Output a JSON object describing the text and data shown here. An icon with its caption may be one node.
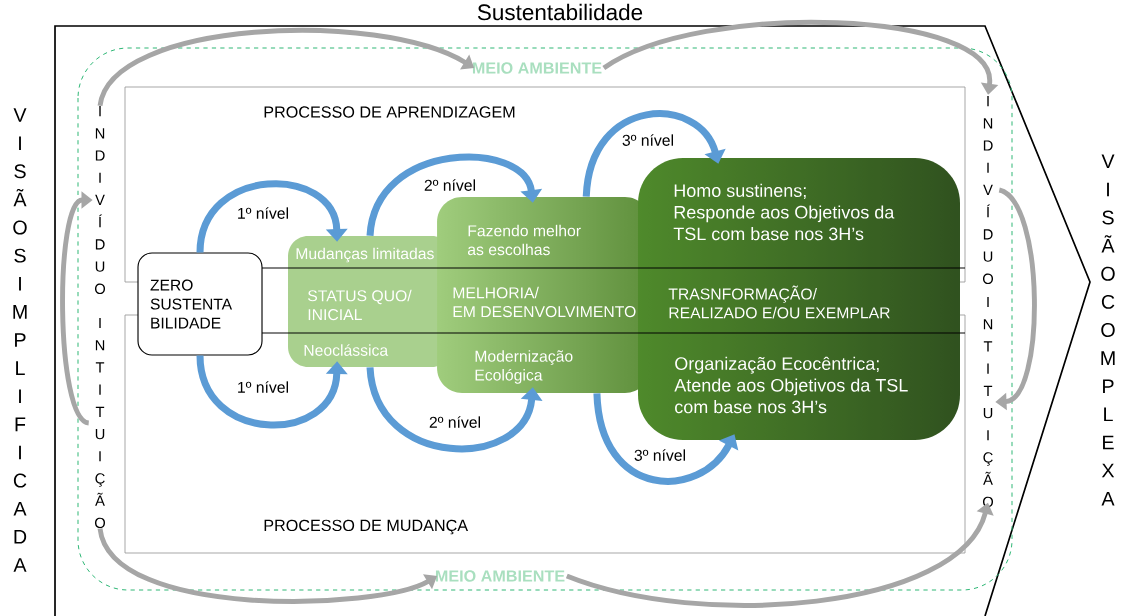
{
  "diagram": {
    "title": "Sustentabilidade",
    "nodes": [
      {
        "text": [
          "ZERO SUSTENTA BILIDADE"
        ]
      },
      {
        "text": [
          "Mudanças limitadas",
          "STATUS QUO/ INICIAL",
          "Neoclássica"
        ]
      },
      {
        "text": [
          "Fazendo melhor as escolhas",
          "MELHORIA/ EM DESENVOLVIMENTO",
          "Modernização Ecológica"
        ]
      },
      {
        "text": [
          "Homo sustinens; Responde aos Objetivos da TSL com base nos 3H’s",
          "TRASNFORMAÇÃO/ REALIZADO E/OU EXEMPLAR",
          "Organização Ecocêntrica; Atende aos Objetivos da TSL com base nos 3H’s"
        ]
      },
      {
        "text": [
          "MEIO AMBIENTE"
        ]
      },
      {
        "text": [
          "MEIO AMBIENTE"
        ]
      },
      {
        "text": [
          "INDIVÍDUO"
        ]
      },
      {
        "text": [
          "INTITUIÇÃO"
        ]
      },
      {
        "text": [
          "INDIVÍDUO"
        ]
      },
      {
        "text": [
          "INTITUIÇÃO"
        ]
      }
    ],
    "edges": [
      {
        "from": 0,
        "to": 1,
        "arrow": "to",
        "label": "1º nível",
        "color": "#5b9bd5"
      },
      {
        "from": 0,
        "to": 1,
        "arrow": "to",
        "label": "1º nível",
        "color": "#5b9bd5"
      },
      {
        "from": 1,
        "to": 2,
        "arrow": "to",
        "label": "2º nível",
        "color": "#5b9bd5"
      },
      {
        "from": 1,
        "to": 2,
        "arrow": "to",
        "label": "2º nível",
        "color": "#5b9bd5"
      },
      {
        "from": 2,
        "to": 3,
        "arrow": "to",
        "label": "3º nível",
        "color": "#5b9bd5"
      },
      {
        "from": 2,
        "to": 3,
        "arrow": "to",
        "label": "3º nível",
        "color": "#5b9bd5"
      },
      {
        "from": 6,
        "to": 4,
        "arrow": "to",
        "color": "#a6a6a6"
      },
      {
        "from": 4,
        "to": 8,
        "arrow": "to",
        "color": "#a6a6a6"
      },
      {
        "from": 7,
        "to": 6,
        "arrow": "to",
        "color": "#a6a6a6"
      },
      {
        "from": 8,
        "to": 9,
        "arrow": "to",
        "color": "#a6a6a6"
      },
      {
        "from": 7,
        "to": 5,
        "arrow": "to",
        "color": "#a6a6a6"
      },
      {
        "from": 5,
        "to": 9,
        "arrow": "to",
        "color": "#a6a6a6"
      }
    ],
    "labels": [
      "PROCESSO DE APRENDIZAGEM",
      "VISÃO SIMPLIFICADA",
      "VISÃO COMPLEXA",
      "PROCESSO DE MUDANÇA"
    ]
  }
}
